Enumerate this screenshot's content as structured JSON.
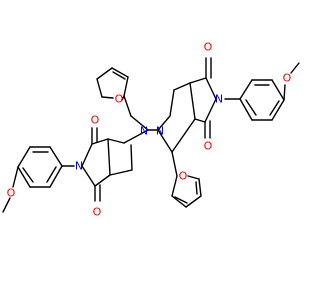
{
  "colors": {
    "bond": "#000000",
    "oxygen": "#ff0000",
    "nitrogen": "#0000ff",
    "background": "#ffffff"
  },
  "atoms": {
    "o_carbonyl_top": "O",
    "o_carbonyl_right": "O",
    "o_carbonyl_left": "O",
    "o_carbonyl_bottom": "O",
    "o_methoxy_right": "O",
    "o_methoxy_left": "O",
    "o_furan_top": "O",
    "o_furan_bottom": "O",
    "n_imide_right": "N",
    "n_imide_left": "N",
    "n_bridge_left": "N",
    "n_bridge_right": "N"
  }
}
